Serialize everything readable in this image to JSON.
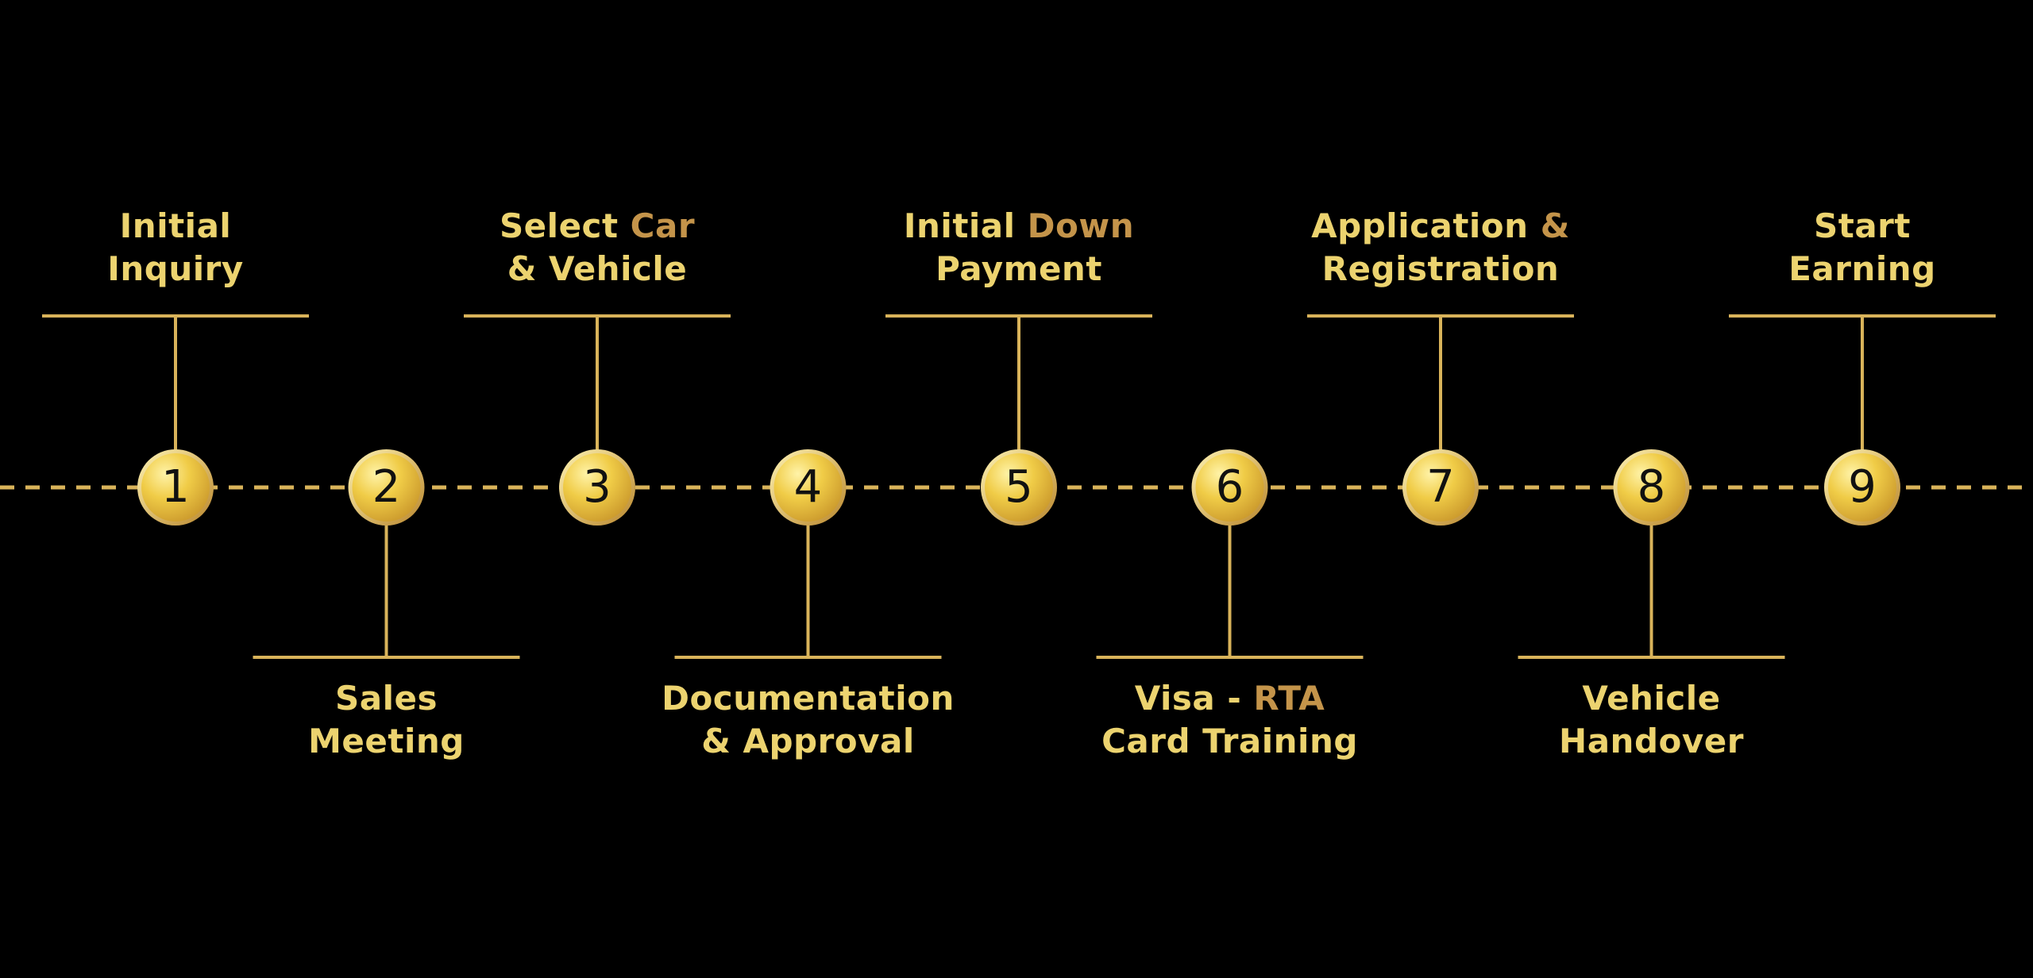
{
  "colors": {
    "background": "#000000",
    "gold_light": "#ecd36f",
    "gold_dark": "#c4944a",
    "line": "#d9b35a",
    "number_text": "#111111"
  },
  "steps": [
    {
      "number": "1",
      "position": "top",
      "label": [
        {
          "parts": [
            {
              "text": "Initial",
              "tone": "light"
            }
          ]
        },
        {
          "parts": [
            {
              "text": "Inquiry",
              "tone": "light"
            }
          ]
        }
      ]
    },
    {
      "number": "2",
      "position": "bottom",
      "label": [
        {
          "parts": [
            {
              "text": "Sales",
              "tone": "light"
            }
          ]
        },
        {
          "parts": [
            {
              "text": "Meeting",
              "tone": "light"
            }
          ]
        }
      ]
    },
    {
      "number": "3",
      "position": "top",
      "label": [
        {
          "parts": [
            {
              "text": "Select ",
              "tone": "light"
            },
            {
              "text": "Car",
              "tone": "dark"
            }
          ]
        },
        {
          "parts": [
            {
              "text": "& Vehicle",
              "tone": "light"
            }
          ]
        }
      ]
    },
    {
      "number": "4",
      "position": "bottom",
      "label": [
        {
          "parts": [
            {
              "text": "Documentation",
              "tone": "light"
            }
          ]
        },
        {
          "parts": [
            {
              "text": "& Approval",
              "tone": "light"
            }
          ]
        }
      ]
    },
    {
      "number": "5",
      "position": "top",
      "label": [
        {
          "parts": [
            {
              "text": "Initial ",
              "tone": "light"
            },
            {
              "text": "Down",
              "tone": "dark"
            }
          ]
        },
        {
          "parts": [
            {
              "text": "Payment",
              "tone": "light"
            }
          ]
        }
      ]
    },
    {
      "number": "6",
      "position": "bottom",
      "label": [
        {
          "parts": [
            {
              "text": "Visa - ",
              "tone": "light"
            },
            {
              "text": "RTA",
              "tone": "dark"
            }
          ]
        },
        {
          "parts": [
            {
              "text": "Card Training",
              "tone": "light"
            }
          ]
        }
      ]
    },
    {
      "number": "7",
      "position": "top",
      "label": [
        {
          "parts": [
            {
              "text": "Application ",
              "tone": "light"
            },
            {
              "text": "&",
              "tone": "dark"
            }
          ]
        },
        {
          "parts": [
            {
              "text": "Registration",
              "tone": "light"
            }
          ]
        }
      ]
    },
    {
      "number": "8",
      "position": "bottom",
      "label": [
        {
          "parts": [
            {
              "text": "Vehicle",
              "tone": "light"
            }
          ]
        },
        {
          "parts": [
            {
              "text": "Handover",
              "tone": "light"
            }
          ]
        }
      ]
    },
    {
      "number": "9",
      "position": "top",
      "label": [
        {
          "parts": [
            {
              "text": "Start",
              "tone": "light"
            }
          ]
        },
        {
          "parts": [
            {
              "text": "Earning",
              "tone": "light"
            }
          ]
        }
      ]
    }
  ]
}
